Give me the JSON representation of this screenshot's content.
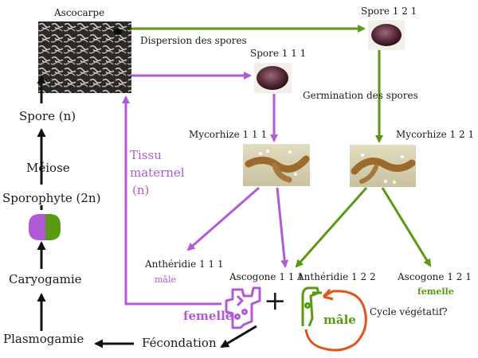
{
  "colors": {
    "purple": "#b05ad6",
    "green": "#5a9a12",
    "black": "#111111",
    "red": "#e0541c"
  },
  "labels": {
    "ascocarpe": "Ascocarpe",
    "dispersion": "Dispersion des spores",
    "spore121": "Spore 1 2 1",
    "spore111": "Spore 1 1 1",
    "germination": "Germination des spores",
    "myco111": "Mycorhize 1 1 1",
    "myco121": "Mycorhize 1 2 1",
    "tissu1": "Tissu",
    "tissu2": "maternel",
    "tissu3": "(n)",
    "spore_n": "Spore (n)",
    "meiose": "Méiose",
    "sporophyte": "Sporophyte (2n)",
    "caryogamie": "Caryogamie",
    "plasmogamie": "Plasmogamie",
    "antheridie111": "Anthéridie 1 1 1",
    "male111": "mâle",
    "ascogone111": "Ascogone 1 1 1",
    "antheridie122": "Anthéridie 1 2 2",
    "ascogone121": "Ascogone 1 2 1",
    "femelle121": "femelle",
    "femelle": "femelle",
    "male": "mâle",
    "plus": "+",
    "cycle": "Cycle végétatif?",
    "fecondation": "Fécondation"
  }
}
